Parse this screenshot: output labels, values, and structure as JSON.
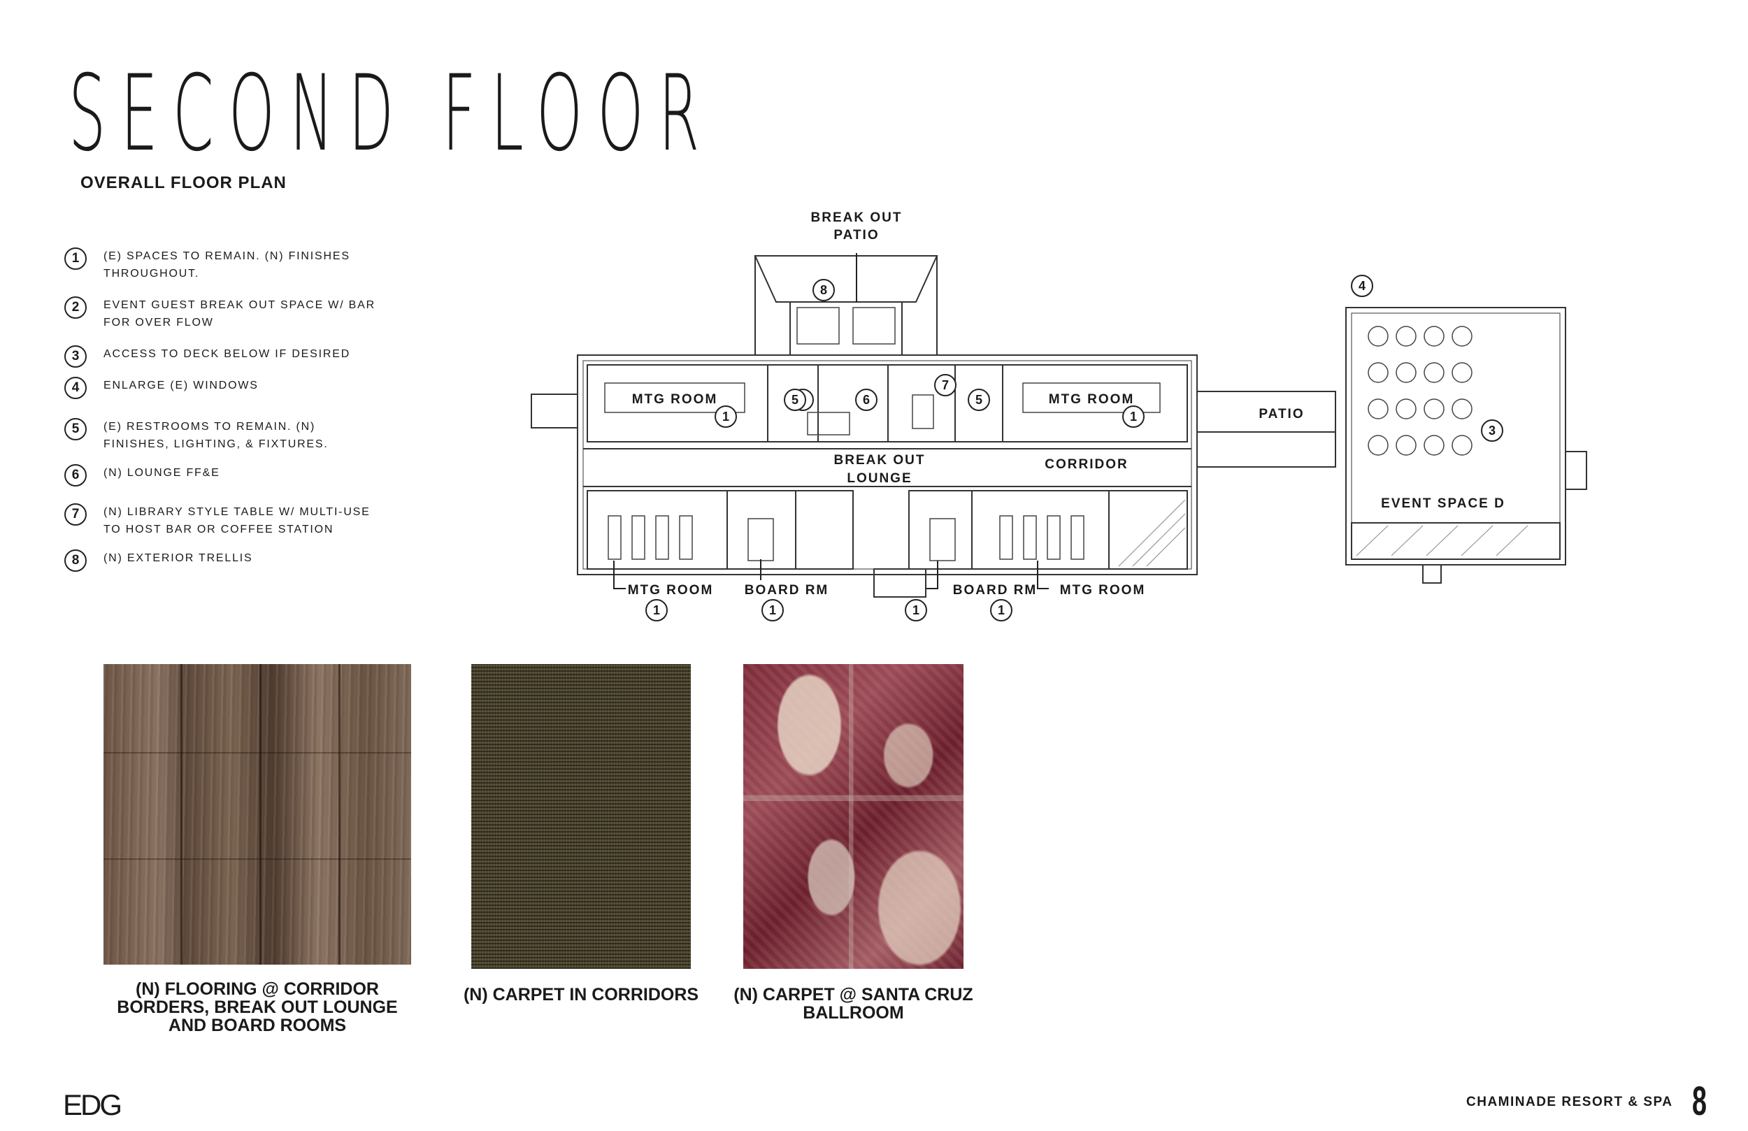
{
  "title": "SECOND FLOOR",
  "subtitle": "OVERALL FLOOR PLAN",
  "legend": [
    {
      "num": "1",
      "line1": "(E) SPACES TO REMAIN. (N) FINISHES",
      "line2": "THROUGHOUT."
    },
    {
      "num": "2",
      "line1": "EVENT GUEST BREAK OUT SPACE W/ BAR",
      "line2": "FOR OVER FLOW"
    },
    {
      "num": "3",
      "line1": "ACCESS TO DECK BELOW IF DESIRED",
      "line2": ""
    },
    {
      "num": "4",
      "line1": "ENLARGE (E) WINDOWS",
      "line2": ""
    },
    {
      "num": "5",
      "line1": "(E) RESTROOMS TO REMAIN. (N)",
      "line2": "FINISHES, LIGHTING, & FIXTURES."
    },
    {
      "num": "6",
      "line1": "(N) LOUNGE FF&E",
      "line2": ""
    },
    {
      "num": "7",
      "line1": "(N) LIBRARY STYLE TABLE W/ MULTI-USE",
      "line2": "TO HOST BAR OR COFFEE STATION"
    },
    {
      "num": "8",
      "line1": "(N) EXTERIOR TRELLIS",
      "line2": ""
    }
  ],
  "plan": {
    "break_out_patio_1": "BREAK OUT",
    "break_out_patio_2": "PATIO",
    "mtg_room": "MTG ROOM",
    "board_rm": "BOARD RM",
    "break_out_lounge_1": "BREAK OUT",
    "break_out_lounge_2": "LOUNGE",
    "corridor": "CORRIDOR",
    "patio": "PATIO",
    "event_space": "EVENT SPACE D",
    "markers": {
      "m1": "1",
      "m3": "3",
      "m4": "4",
      "m5": "5",
      "m6": "6",
      "m7": "7",
      "m8": "8"
    }
  },
  "captions": {
    "flooring_1": "(N) FLOORING @ CORRIDOR",
    "flooring_2": "BORDERS, BREAK OUT LOUNGE",
    "flooring_3": "AND BOARD ROOMS",
    "carpet": "(N) CARPET IN CORRIDORS",
    "ballroom_1": "(N) CARPET @ SANTA CRUZ",
    "ballroom_2": "BALLROOM"
  },
  "footer": {
    "logo": "EDG",
    "company": "CHAMINADE RESORT & SPA",
    "page": "8"
  }
}
